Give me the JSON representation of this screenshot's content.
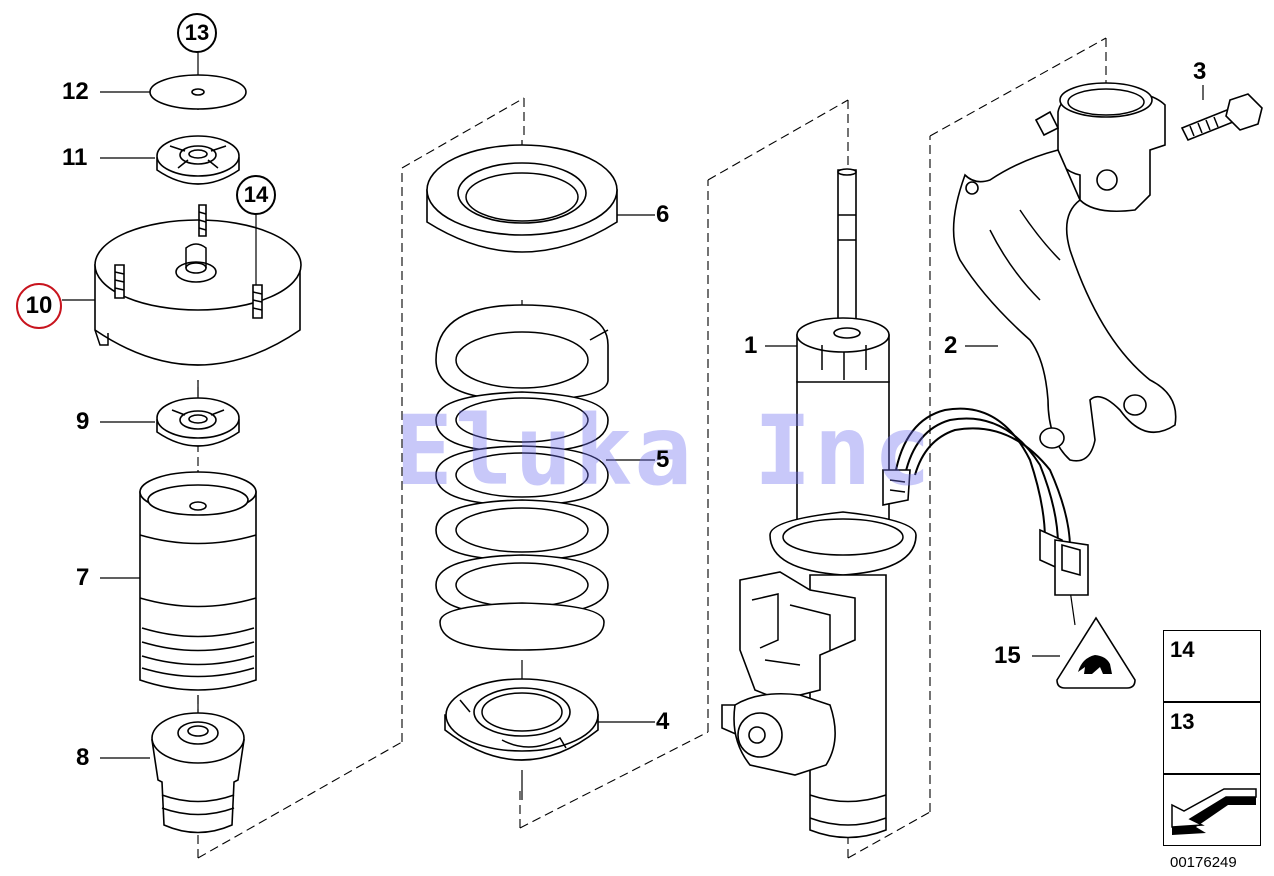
{
  "callouts": {
    "c1": "1",
    "c2": "2",
    "c3": "3",
    "c4": "4",
    "c5": "5",
    "c6": "6",
    "c7": "7",
    "c8": "8",
    "c9": "9",
    "c10": "10",
    "c11": "11",
    "c12": "12",
    "c13": "13",
    "c14": "14",
    "c15": "15"
  },
  "highlight_color": "#c8141e",
  "watermark": "Eluka Inc",
  "watermark_color": "#6e6ef0",
  "inset": {
    "nut_a": "14",
    "nut_b": "13"
  },
  "drawing_number": "00176249",
  "icons": [
    "coil-spring-icon",
    "shock-absorber-icon",
    "strut-mount-icon",
    "hex-nut-icon",
    "warning-triangle-icon",
    "direction-arrow-icon"
  ]
}
